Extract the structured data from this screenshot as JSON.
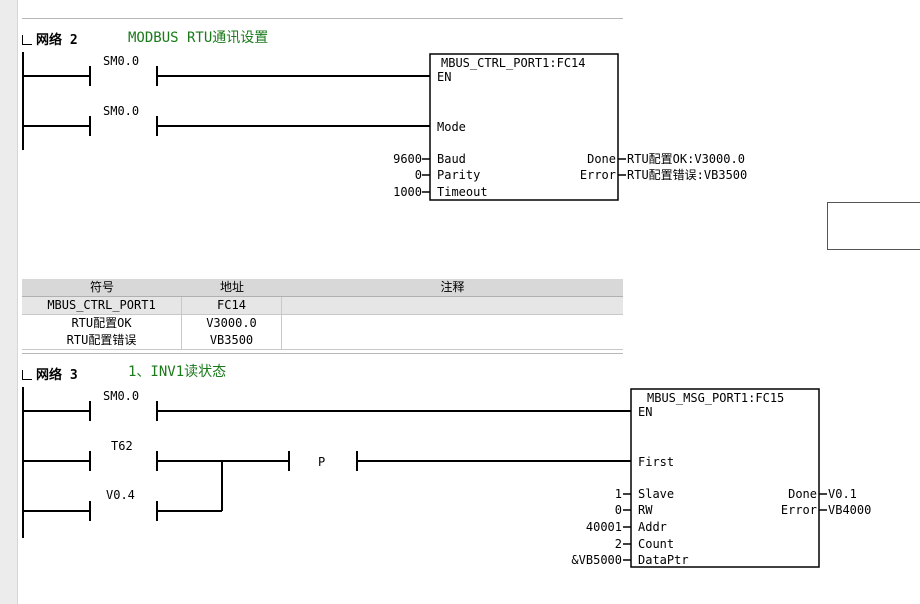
{
  "networks": [
    {
      "label": "网络 2",
      "title": "MODBUS RTU通讯设置",
      "contacts": [
        "SM0.0",
        "SM0.0"
      ],
      "block": {
        "name": "MBUS_CTRL_PORT1:FC14",
        "inputs": [
          "EN",
          "Mode",
          "Baud",
          "Parity",
          "Timeout"
        ],
        "input_values": [
          "9600",
          "0",
          "1000"
        ],
        "outputs": [
          "Done",
          "Error"
        ],
        "output_values": [
          "RTU配置OK:V3000.0",
          "RTU配置错误:VB3500"
        ]
      }
    },
    {
      "label": "网络 3",
      "title": "1、INV1读状态",
      "contacts": [
        "SM0.0",
        "T62",
        "V0.4"
      ],
      "pulse_label": "P",
      "block": {
        "name": "MBUS_MSG_PORT1:FC15",
        "inputs": [
          "EN",
          "First",
          "Slave",
          "RW",
          "Addr",
          "Count",
          "DataPtr"
        ],
        "input_values": [
          "1",
          "0",
          "40001",
          "2",
          "&VB5000"
        ],
        "outputs": [
          "Done",
          "Error"
        ],
        "output_values": [
          "V0.1",
          "VB4000"
        ]
      }
    }
  ],
  "symbol_table": {
    "headers": [
      "符号",
      "地址",
      "注释"
    ],
    "rows": [
      [
        "MBUS_CTRL_PORT1",
        "FC14",
        ""
      ],
      [
        "RTU配置OK",
        "V3000.0",
        ""
      ],
      [
        "RTU配置错误",
        "VB3500",
        ""
      ]
    ]
  },
  "colors": {
    "title_green": "#1a7a1a",
    "table_header_bg": "#d8d8d8"
  }
}
